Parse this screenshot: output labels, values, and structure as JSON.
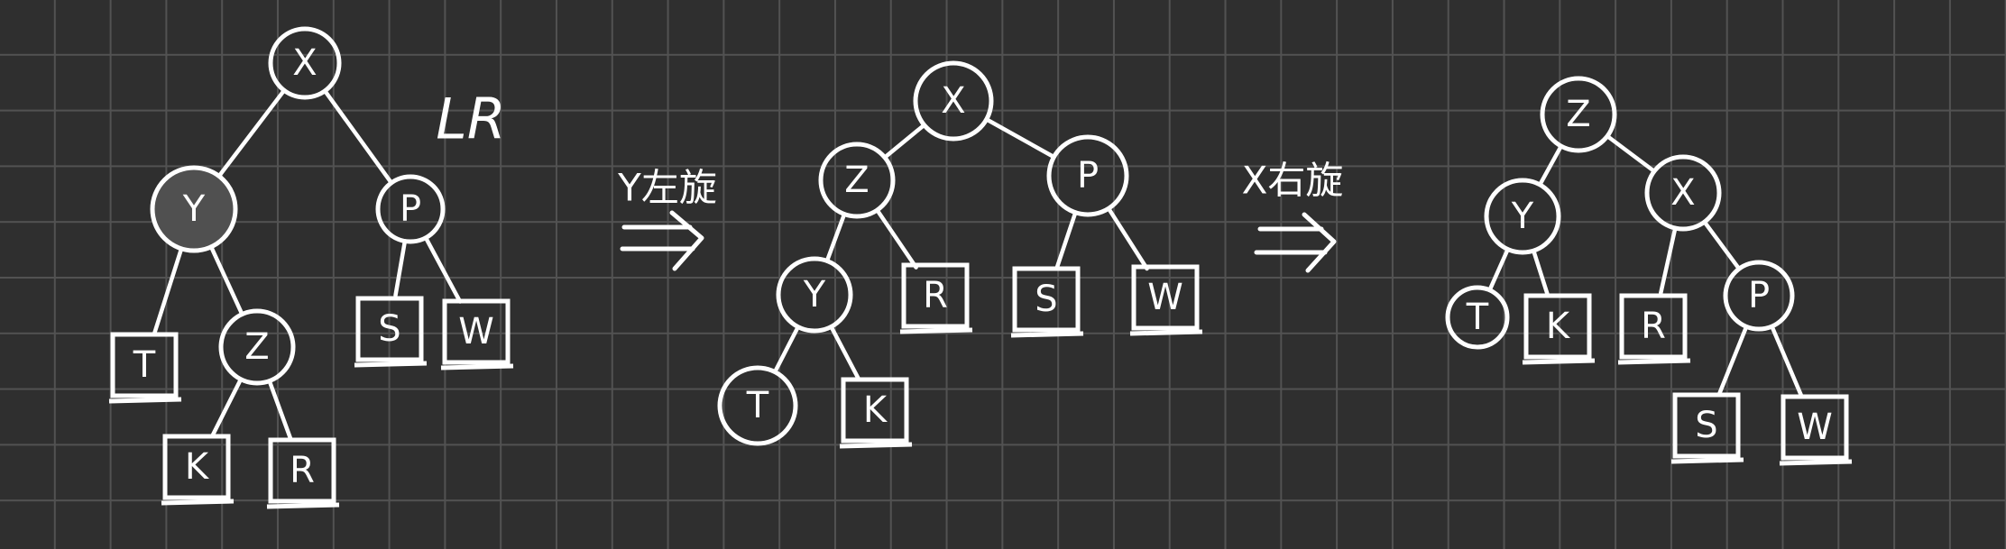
{
  "trees": [
    {
      "id": "before",
      "nodes": [
        {
          "id": "x1",
          "label": "X",
          "shape": "circle",
          "filled": false
        },
        {
          "id": "y1",
          "label": "Y",
          "shape": "circle",
          "filled": true
        },
        {
          "id": "p1",
          "label": "P",
          "shape": "circle",
          "filled": false
        },
        {
          "id": "t1",
          "label": "T",
          "shape": "box"
        },
        {
          "id": "z1",
          "label": "Z",
          "shape": "circle",
          "filled": false
        },
        {
          "id": "s1",
          "label": "S",
          "shape": "box"
        },
        {
          "id": "w1",
          "label": "W",
          "shape": "box"
        },
        {
          "id": "k1",
          "label": "K",
          "shape": "box"
        },
        {
          "id": "r1",
          "label": "R",
          "shape": "box"
        }
      ],
      "edges": [
        [
          "x1",
          "y1"
        ],
        [
          "x1",
          "p1"
        ],
        [
          "y1",
          "t1"
        ],
        [
          "y1",
          "z1"
        ],
        [
          "p1",
          "s1"
        ],
        [
          "p1",
          "w1"
        ],
        [
          "z1",
          "k1"
        ],
        [
          "z1",
          "r1"
        ]
      ]
    },
    {
      "id": "after-left-rotation",
      "nodes": [
        {
          "id": "x2",
          "label": "X",
          "shape": "circle",
          "filled": false
        },
        {
          "id": "z2",
          "label": "Z",
          "shape": "circle",
          "filled": false
        },
        {
          "id": "p2",
          "label": "P",
          "shape": "circle",
          "filled": false
        },
        {
          "id": "y2",
          "label": "Y",
          "shape": "circle",
          "filled": false
        },
        {
          "id": "r2",
          "label": "R",
          "shape": "box"
        },
        {
          "id": "s2",
          "label": "S",
          "shape": "box"
        },
        {
          "id": "w2",
          "label": "W",
          "shape": "box"
        },
        {
          "id": "t2",
          "label": "T",
          "shape": "circle",
          "filled": false
        },
        {
          "id": "k2",
          "label": "K",
          "shape": "box"
        }
      ],
      "edges": [
        [
          "x2",
          "z2"
        ],
        [
          "x2",
          "p2"
        ],
        [
          "z2",
          "y2"
        ],
        [
          "z2",
          "r2"
        ],
        [
          "p2",
          "s2"
        ],
        [
          "p2",
          "w2"
        ],
        [
          "y2",
          "t2"
        ],
        [
          "y2",
          "k2"
        ]
      ]
    },
    {
      "id": "after-right-rotation",
      "nodes": [
        {
          "id": "z3",
          "label": "Z",
          "shape": "circle",
          "filled": false
        },
        {
          "id": "y3",
          "label": "Y",
          "shape": "circle",
          "filled": false
        },
        {
          "id": "x3",
          "label": "X",
          "shape": "circle",
          "filled": false
        },
        {
          "id": "t3",
          "label": "T",
          "shape": "circle",
          "filled": false
        },
        {
          "id": "k3",
          "label": "K",
          "shape": "box"
        },
        {
          "id": "r3",
          "label": "R",
          "shape": "box"
        },
        {
          "id": "p3",
          "label": "P",
          "shape": "circle",
          "filled": false
        },
        {
          "id": "s3",
          "label": "S",
          "shape": "box"
        },
        {
          "id": "w3",
          "label": "W",
          "shape": "box"
        }
      ],
      "edges": [
        [
          "z3",
          "y3"
        ],
        [
          "z3",
          "x3"
        ],
        [
          "y3",
          "t3"
        ],
        [
          "y3",
          "k3"
        ],
        [
          "x3",
          "r3"
        ],
        [
          "x3",
          "p3"
        ],
        [
          "p3",
          "s3"
        ],
        [
          "p3",
          "w3"
        ]
      ]
    }
  ],
  "annotations": {
    "case_label": "LR",
    "step1_label": "Y左旋",
    "step2_label": "X右旋",
    "arrow_glyph": "⟹"
  },
  "colors": {
    "board": "#2f2f2f",
    "grid": "#525252",
    "ink": "#ffffff",
    "highlight_fill": "#505050"
  }
}
